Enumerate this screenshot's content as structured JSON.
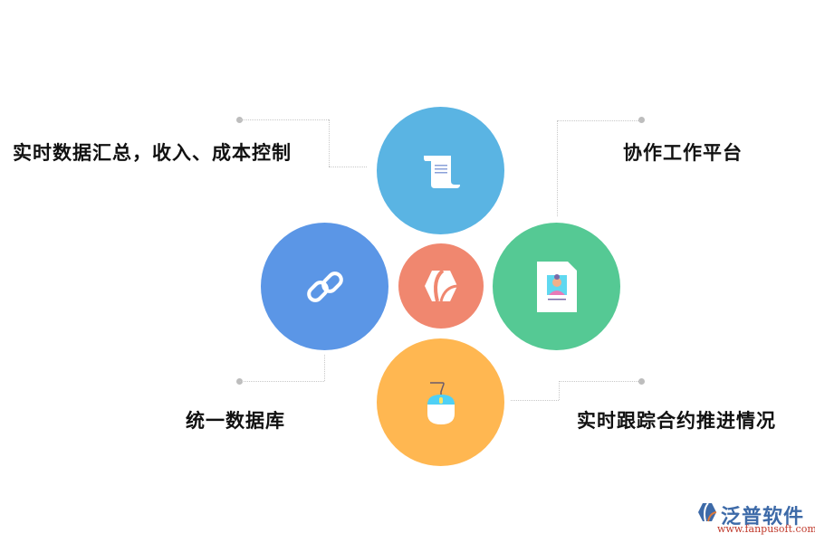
{
  "diagram": {
    "center": {
      "icon": "hexagon-logo-icon",
      "color": "#F0876F"
    },
    "nodes": [
      {
        "id": "top",
        "label": "实时数据汇总，收入、成本控制",
        "icon": "scroll-document-icon",
        "color": "#5AB4E3"
      },
      {
        "id": "right",
        "label": "协作工作平台",
        "icon": "profile-card-icon",
        "color": "#55C994"
      },
      {
        "id": "left",
        "label": "统一数据库",
        "icon": "chain-link-icon",
        "color": "#5B96E6"
      },
      {
        "id": "bottom",
        "label": "实时跟踪合约推进情况",
        "icon": "computer-mouse-icon",
        "color": "#FFB751"
      }
    ]
  },
  "logo": {
    "name": "泛普软件",
    "url": "www.fanpusoft.com"
  }
}
